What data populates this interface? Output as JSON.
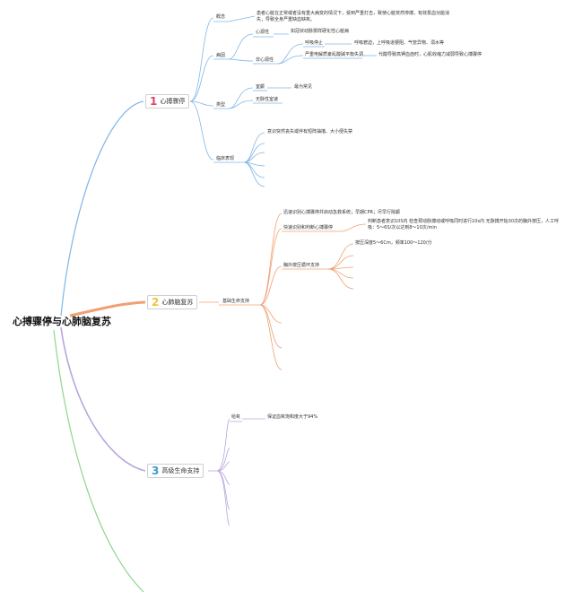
{
  "root": {
    "title": "心搏骤停与心肺脑复苏"
  },
  "colors": {
    "blue": "#7fb6e6",
    "orange": "#f0a072",
    "purple": "#b8a6dc",
    "green": "#8fd68f",
    "num1": "#e0446a",
    "num2": "#f0c43a",
    "num3": "#3a9bd4"
  },
  "branches": [
    {
      "num": "1",
      "label": "心搏骤停",
      "children": {
        "concept": {
          "label": "概念",
          "text": "患者心脏在正常或者没有重大病变的情况下，受到严重打击，致使心脏突然停搏，有效泵血功能消失，导致全身严重缺血缺氧。"
        },
        "cause": {
          "label": "病因",
          "cardiac": {
            "label": "心源性",
            "detail": "如冠状动脉粥样硬化性心脏病"
          },
          "noncardiac": {
            "label": "非心源性",
            "items": [
              {
                "label": "呼吸停止",
                "detail": "呼吸窘迫，上呼吸道梗阻、气管异物、溺水等"
              },
              {
                "label": "严重电解质紊乱酸碱平衡失调",
                "detail": "代酸导致高钾血症时，心肌收缩力减弱导致心搏骤停"
              }
            ]
          }
        },
        "types": {
          "label": "类型",
          "items": [
            {
              "label": "室颤",
              "detail": "最为常见"
            },
            {
              "label": "无脉性室速",
              "detail": ""
            }
          ]
        },
        "clinical": {
          "label": "临床表现",
          "text": "意识突然丧失或伴有短阵抽搐、大小便失禁"
        }
      }
    },
    {
      "num": "2",
      "label": "心肺脑复苏",
      "children": {
        "bls": {
          "label": "基础生命支持",
          "items": [
            {
              "label": "迅速识别心搏骤停并启动急救系统；早期CPR；尽早行除颤"
            },
            {
              "label": "快速识别和判断心搏骤停",
              "detail": "判断患者意识10S内 检查颈动脉搏动或呼吸同时进行10s内 无脉搏开始30次的胸外按压，人工呼吸：5～6S/次以达到8～10次/min"
            },
            {
              "label": "胸外按压循环支持",
              "detail": "按压深度5～6Cm，频率100～120/分"
            }
          ]
        }
      }
    },
    {
      "num": "3",
      "label": "高级生命支持",
      "children": {
        "oxygen": {
          "label": "给氧",
          "detail": "保证血氧饱和度大于94%"
        }
      }
    }
  ]
}
